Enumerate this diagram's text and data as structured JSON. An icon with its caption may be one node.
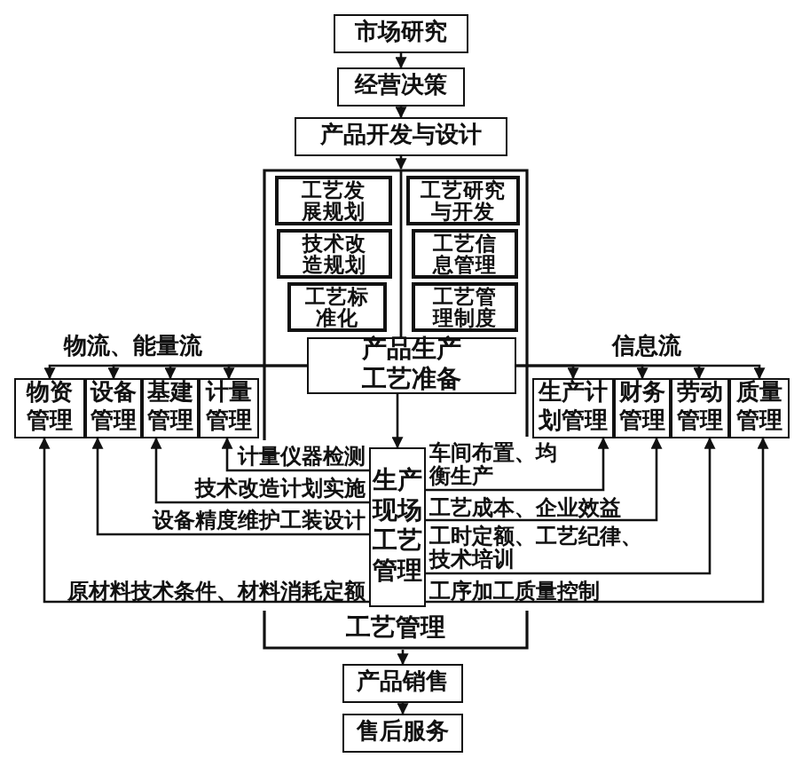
{
  "diagram": {
    "nodes": [
      {
        "text": [
          "市场研究"
        ]
      },
      {
        "text": [
          "经营决策"
        ]
      },
      {
        "text": [
          "产品开发与设计"
        ]
      },
      {
        "text": [
          "工艺管理"
        ]
      },
      {
        "text": [
          "工艺发展规划"
        ],
        "in": 3
      },
      {
        "text": [
          "工艺研究与开发"
        ],
        "in": 3
      },
      {
        "text": [
          "技术改造规划"
        ],
        "in": 3
      },
      {
        "text": [
          "工艺信息管理"
        ],
        "in": 3
      },
      {
        "text": [
          "工艺标准化"
        ],
        "in": 3
      },
      {
        "text": [
          "工艺管理制度"
        ],
        "in": 3
      },
      {
        "text": [
          "产品生产工艺准备"
        ],
        "in": 3
      },
      {
        "text": [
          "生产现场工艺管理"
        ],
        "in": 3
      },
      {
        "text": [
          "物资管理"
        ]
      },
      {
        "text": [
          "设备管理"
        ]
      },
      {
        "text": [
          "基建管理"
        ]
      },
      {
        "text": [
          "计量管理"
        ]
      },
      {
        "text": [
          "生产计划管理"
        ]
      },
      {
        "text": [
          "财务管理"
        ]
      },
      {
        "text": [
          "劳动管理"
        ]
      },
      {
        "text": [
          "质量管理"
        ]
      },
      {
        "text": [
          "产品销售"
        ]
      },
      {
        "text": [
          "售后服务"
        ]
      }
    ],
    "edges": [
      {
        "from": 0,
        "to": 1,
        "arrow": "to"
      },
      {
        "from": 1,
        "to": 2,
        "arrow": "to"
      },
      {
        "from": 2,
        "to": 3,
        "arrow": "to"
      },
      {
        "from": 10,
        "to": 12,
        "arrow": "to"
      },
      {
        "from": 10,
        "to": 13,
        "arrow": "to"
      },
      {
        "from": 10,
        "to": 14,
        "arrow": "to"
      },
      {
        "from": 10,
        "to": 15,
        "arrow": "to"
      },
      {
        "from": 10,
        "to": 16,
        "arrow": "to"
      },
      {
        "from": 10,
        "to": 17,
        "arrow": "to"
      },
      {
        "from": 10,
        "to": 18,
        "arrow": "to"
      },
      {
        "from": 10,
        "to": 19,
        "arrow": "to"
      },
      {
        "from": 10,
        "to": 11,
        "arrow": "to"
      },
      {
        "from": 11,
        "to": 15,
        "arrow": "to",
        "label": "计量仪器检测"
      },
      {
        "from": 11,
        "to": 14,
        "arrow": "to",
        "label": "技术改造计划实施"
      },
      {
        "from": 11,
        "to": 13,
        "arrow": "to",
        "label": "设备精度维护工装设计"
      },
      {
        "from": 11,
        "to": 12,
        "arrow": "to",
        "label": "原材料技术条件、材料消耗定额"
      },
      {
        "from": 11,
        "to": 16,
        "arrow": "to",
        "label": "车间布置、均衡生产"
      },
      {
        "from": 11,
        "to": 17,
        "arrow": "to",
        "label": "工艺成本、企业效益"
      },
      {
        "from": 11,
        "to": 18,
        "arrow": "to",
        "label": "工时定额、工艺纪律、技术培训"
      },
      {
        "from": 11,
        "to": 19,
        "arrow": "to",
        "label": "工序加工质量控制"
      },
      {
        "from": 3,
        "to": 20,
        "arrow": "to"
      },
      {
        "from": 20,
        "to": 21,
        "arrow": "to"
      }
    ],
    "labels": [
      "物流、能量流",
      "信息流"
    ]
  }
}
